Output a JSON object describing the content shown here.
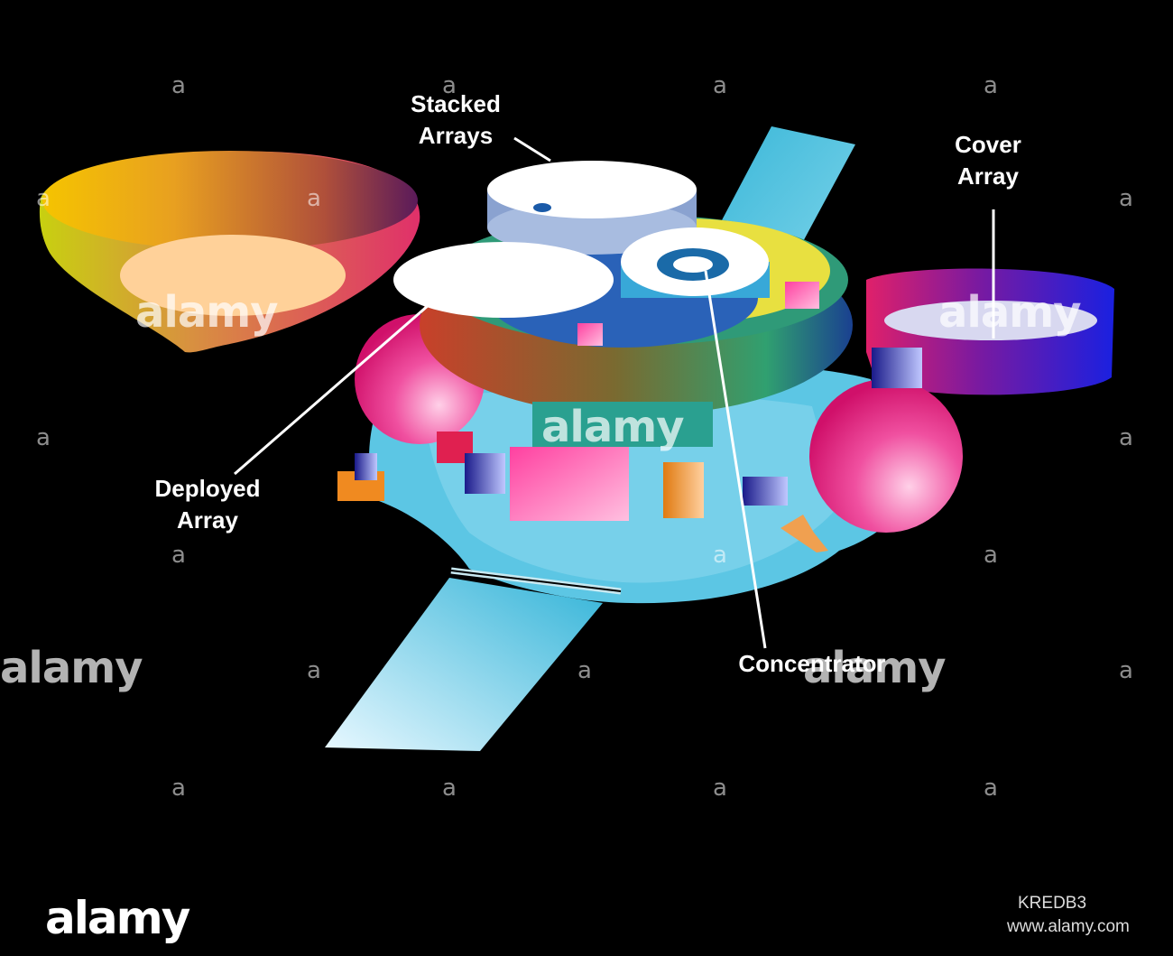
{
  "labels": {
    "stacked_arrays": [
      "Stacked",
      "Arrays"
    ],
    "cover_array": [
      "Cover",
      "Array"
    ],
    "deployed_array": [
      "Deployed",
      "Array"
    ],
    "concentrator": "Concentrator"
  },
  "watermark": {
    "glyph": "a",
    "word": "alamy"
  },
  "footer": {
    "logo": "alamy",
    "image_id": "KREDB3",
    "url": "www.alamy.com"
  },
  "colors": {
    "background": "#000000",
    "panel": "#39b6d8",
    "sphere": "#e0207a",
    "label_text": "#ffffff"
  }
}
